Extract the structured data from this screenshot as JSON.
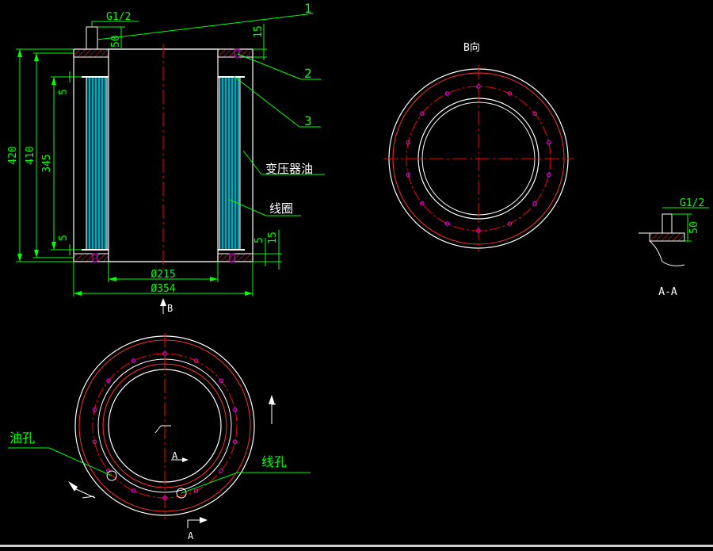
{
  "colors": {
    "background": "#000000",
    "outline": "#ffffff",
    "dimension": "#00ff00",
    "centerline": "#ff0000",
    "bolt_holes": "#ff00ff",
    "hatch": "#00ffff",
    "section_hatch": "#ff0000"
  },
  "labels": {
    "thread": "G1/2",
    "item_1": "1",
    "item_2": "2",
    "item_3": "3",
    "oil_label": "变压器油",
    "coil_label": "线圈",
    "view_b_arrow": "B",
    "view_b_title": "B向",
    "section_title": "A-A",
    "oil_hole": "油孔",
    "wire_hole": "线孔",
    "section_mark_a": "A",
    "section_mark_a2": "A"
  },
  "dimensions": {
    "height_420": "420",
    "height_410": "410",
    "height_345": "345",
    "gap_top_5": "5",
    "gap_bottom_5": "5",
    "pipe_50": "50",
    "top_15": "15",
    "bottom_5": "5",
    "bottom_15": "15",
    "inner_dia": "Ø215",
    "outer_dia": "Ø354",
    "aa_50": "50",
    "aa_thread": "G1/2"
  }
}
